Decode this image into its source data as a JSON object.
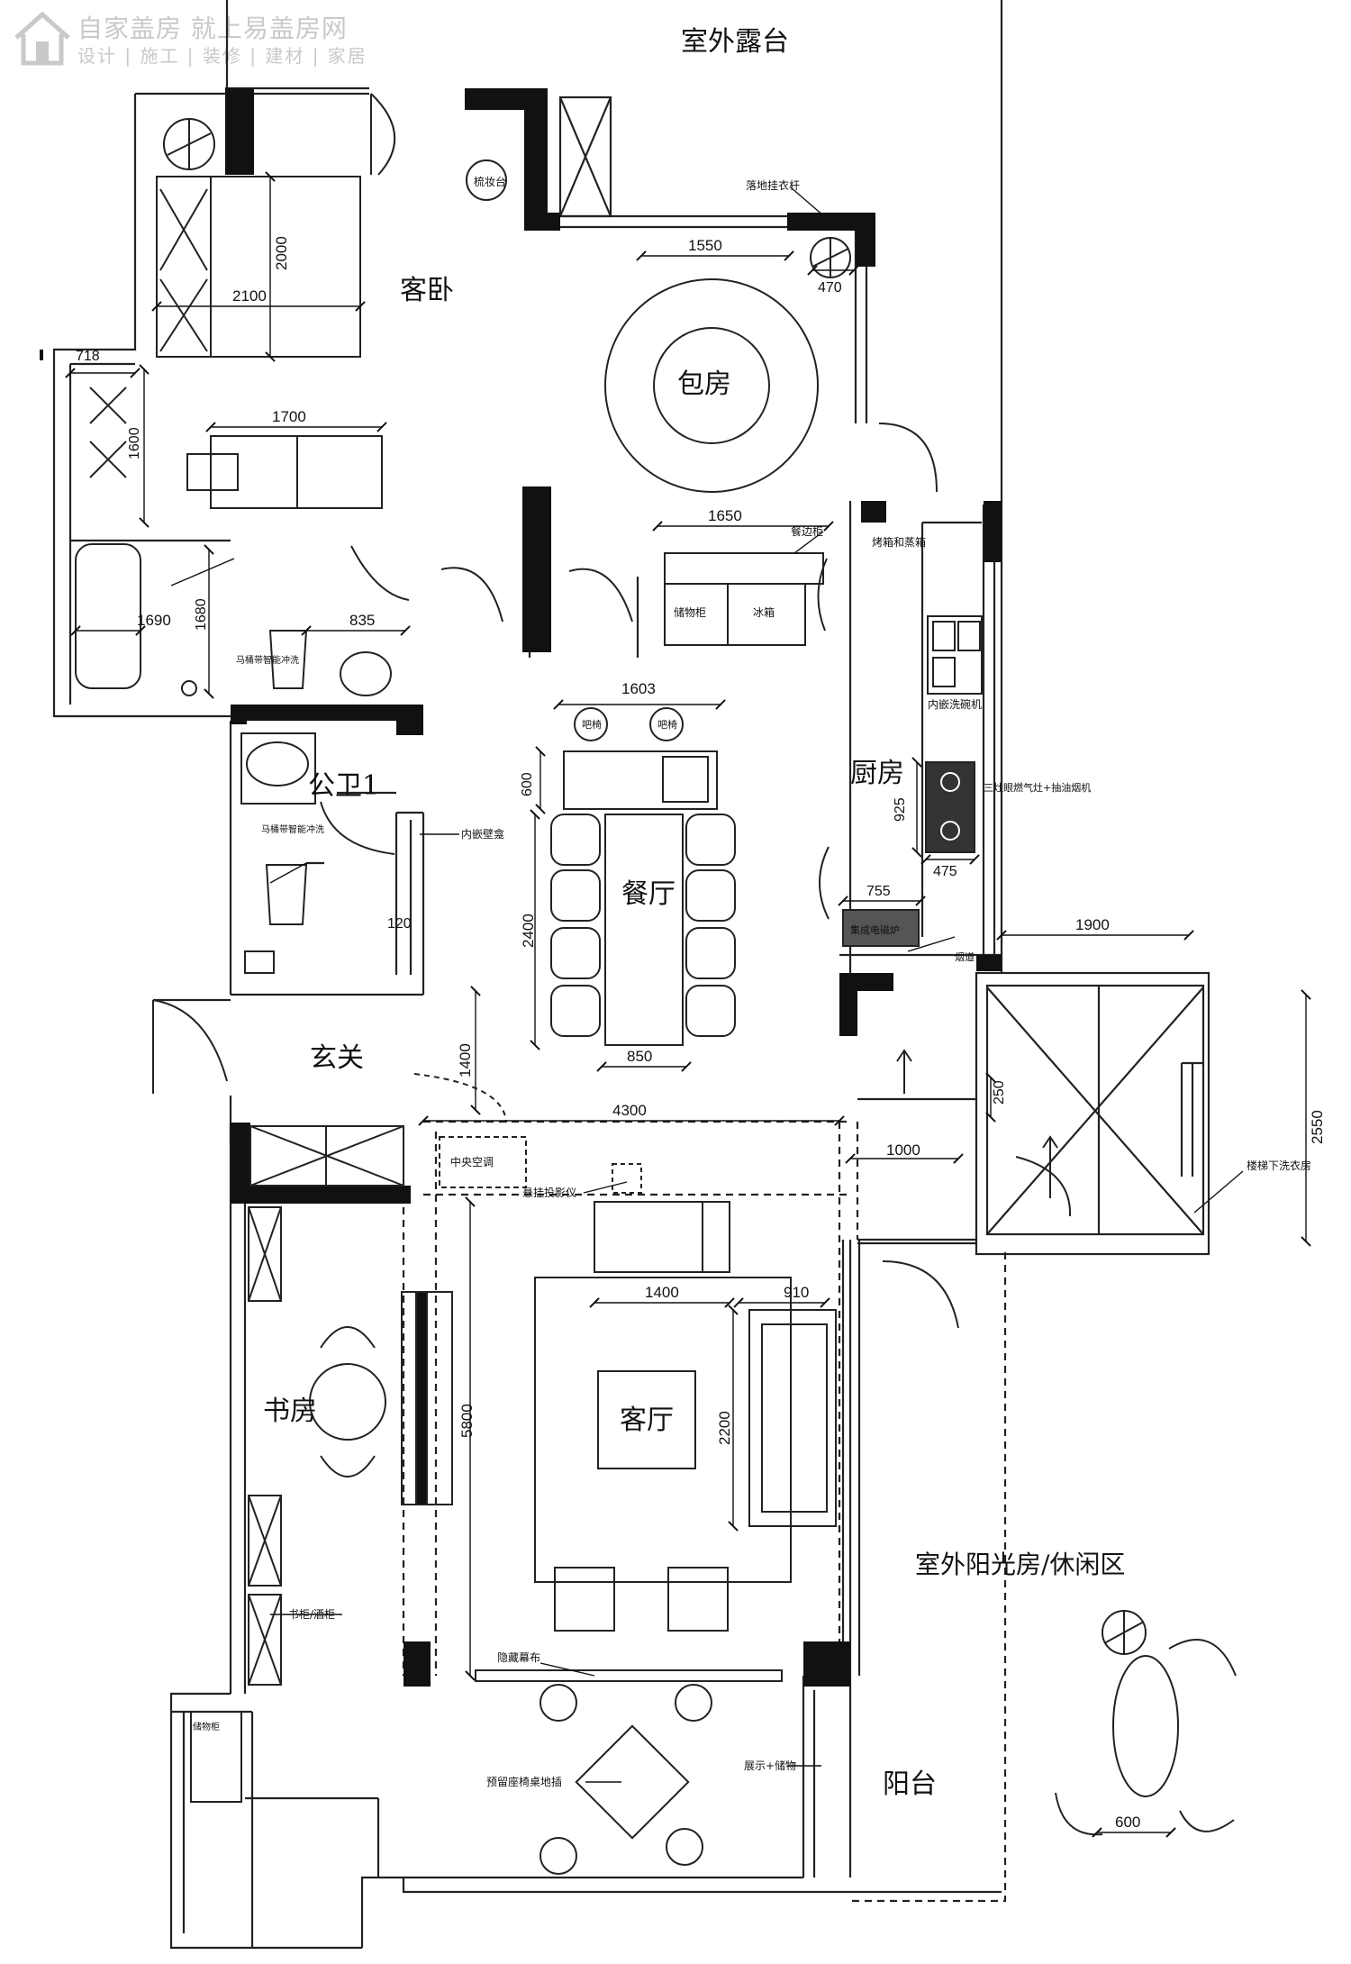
{
  "watermark": {
    "title": "自家盖房 就上易盖房网",
    "subtitle": "设计 | 施工 | 装修 | 建材 | 家居"
  },
  "rooms": {
    "outdoor_terrace": "室外露台",
    "guest_bedroom": "客卧",
    "private_dining": "包房",
    "kitchen": "厨房",
    "dining": "餐厅",
    "public_bath": "公卫1",
    "foyer": "玄关",
    "study": "书房",
    "living": "客厅",
    "sunroom": "室外阳光房/休闲区",
    "balcony": "阳台"
  },
  "dimensions": {
    "d2000": "2000",
    "d2100": "2100",
    "d718": "718",
    "d1600": "1600",
    "d1700": "1700",
    "d1550": "1550",
    "d470": "470",
    "d1650": "1650",
    "d1690": "1690",
    "d1680": "1680",
    "d835": "835",
    "d1603": "1603",
    "d600a": "600",
    "d925": "925",
    "d475": "475",
    "d2400": "2400",
    "d120": "120",
    "d755": "755",
    "d1900": "1900",
    "d850": "850",
    "d1400a": "1400",
    "d4300": "4300",
    "d250": "250",
    "d2550": "2550",
    "d1000": "1000",
    "d1400b": "1400",
    "d910": "910",
    "d5800": "5800",
    "d2200": "2200",
    "d600b": "600"
  },
  "notes": {
    "dresser": "梳妆台",
    "hanger": "落地挂衣杆",
    "sideboard": "餐边柜",
    "oven": "烤箱和蒸箱",
    "storage": "储物柜",
    "fridge": "冰箱",
    "barstool1": "吧椅",
    "barstool2": "吧椅",
    "dishwasher": "内嵌洗碗机",
    "stove": "三灶眼燃气灶+抽油烟机",
    "toilet1": "马桶带智能冲洗",
    "toilet2": "马桶带智能冲洗",
    "niche": "内嵌壁龛",
    "cooker": "集成电磁炉",
    "flue": "烟道",
    "hvac": "中央空调",
    "projector": "悬挂投影仪",
    "laundry": "楼梯下洗衣房",
    "bookcase": "书柜/酒柜",
    "screen": "隐藏幕布",
    "tea": "预留座椅桌地插",
    "display": "展示+储物",
    "shelf": "储物柜"
  },
  "colors": {
    "wall": "#111111",
    "line": "#222222",
    "watermark": "#c9c9c9"
  }
}
